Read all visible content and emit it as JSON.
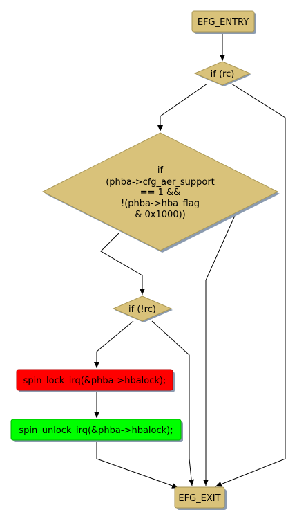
{
  "colors": {
    "node_fill": "#d9c27a",
    "node_stroke": "#a89655",
    "shadow": "#8b9bb0",
    "error_fill": "#ff0000",
    "ok_fill": "#00ff00",
    "edge": "#000000"
  },
  "nodes": {
    "entry": {
      "label": "EFG_ENTRY"
    },
    "if_rc": {
      "label": "if (rc)"
    },
    "if_aer": {
      "lines": [
        "if",
        "(phba->cfg_aer_support",
        "== 1 &&",
        "!(phba->hba_flag",
        "& 0x1000))"
      ]
    },
    "if_not_rc": {
      "label": "if (!rc)"
    },
    "spin_lock": {
      "label": "spin_lock_irq(&phba->hbalock);"
    },
    "spin_unlock": {
      "label": "spin_unlock_irq(&phba->hbalock);"
    },
    "exit": {
      "label": "EFG_EXIT"
    }
  }
}
